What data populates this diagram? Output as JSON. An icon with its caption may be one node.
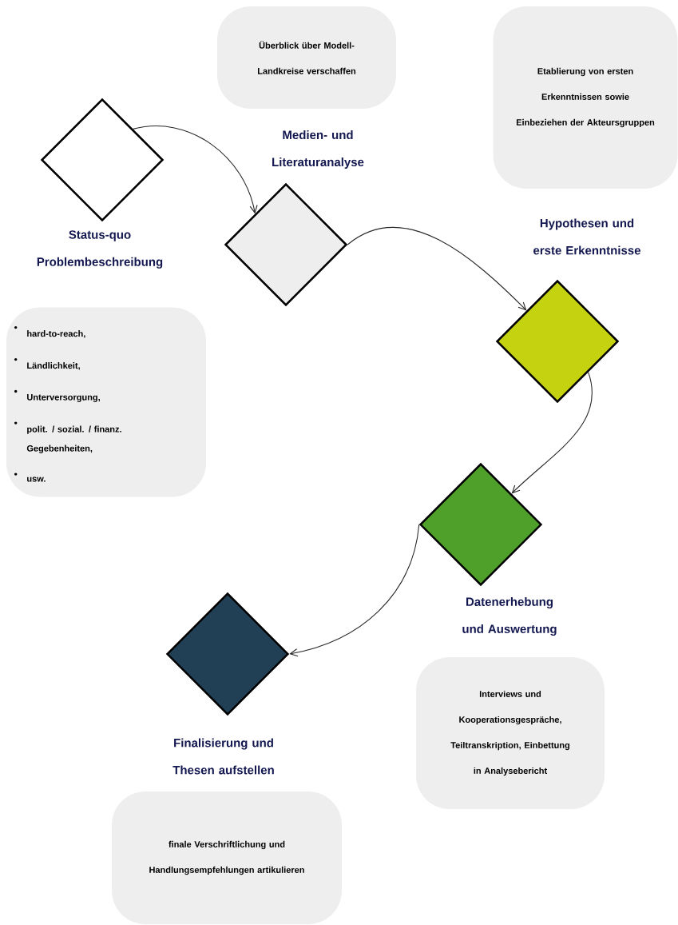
{
  "diagram": {
    "nodes": [
      {
        "text": [],
        "shape": "diamond",
        "beside": [
          "Status-quo Problembeschreibung"
        ]
      },
      {
        "text": [],
        "shape": "diamond",
        "beside": [
          "Medien- und Literaturanalyse"
        ]
      },
      {
        "text": [],
        "shape": "diamond",
        "beside": [
          "Hypothesen und erste Erkenntnisse"
        ]
      },
      {
        "text": [],
        "shape": "diamond",
        "beside": [
          "Datenerhebung und Auswertung"
        ]
      },
      {
        "text": [],
        "shape": "diamond",
        "beside": [
          "Finalisierung und Thesen aufstellen"
        ]
      },
      {
        "text": [
          "Überblick über Modell-Landkreise verschaffen"
        ]
      },
      {
        "text": [
          "Etablierung von ersten Erkenntnissen sowie Einbeziehen der Akteursgruppen"
        ]
      },
      {
        "text": [
          "hard-to-reach,",
          "Ländlichkeit,",
          "Unterversorgung,",
          "polit. / sozial. / finanz. Gegebenheiten,",
          "usw."
        ]
      },
      {
        "text": [
          "Interviews und Kooperationsgespräche, Teiltranskription, Einbettung in Analysebericht"
        ]
      },
      {
        "text": [
          "finale Verschriftlichung und Handlungsempfehlungen artikulieren"
        ]
      }
    ],
    "edges": [
      {
        "from": 0,
        "to": 1,
        "arrow": "to"
      },
      {
        "from": 1,
        "to": 2,
        "arrow": "to"
      },
      {
        "from": 2,
        "to": 3,
        "arrow": "to"
      },
      {
        "from": 3,
        "to": 4,
        "arrow": "to"
      }
    ]
  }
}
